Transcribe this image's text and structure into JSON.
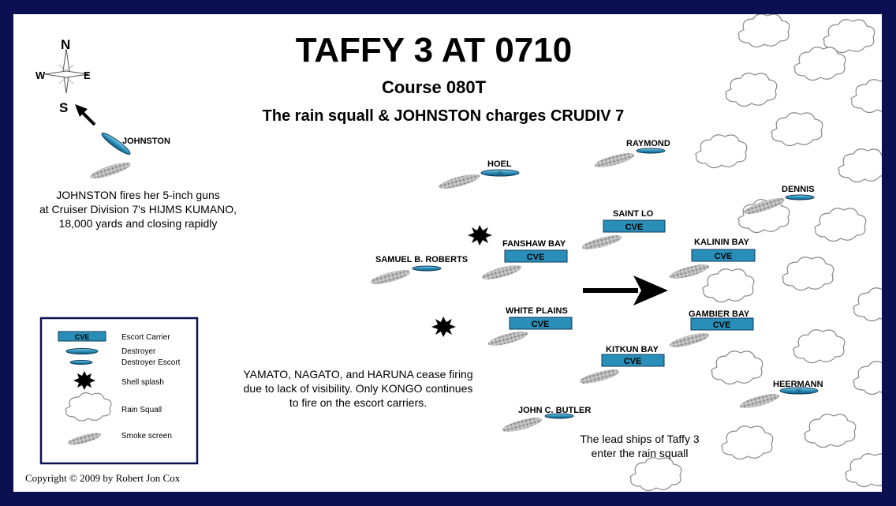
{
  "title": "TAFFY 3 AT 0710",
  "course": "Course 080T",
  "subtitle": "The rain squall & JOHNSTON charges CRUDIV 7",
  "compass": {
    "n": "N",
    "s": "S",
    "e": "E",
    "w": "W"
  },
  "ships": {
    "johnston": "JOHNSTON",
    "hoel": "HOEL",
    "raymond": "RAYMOND",
    "dennis": "DENNIS",
    "saint_lo": "SAINT LO",
    "fanshaw_bay": "FANSHAW BAY",
    "samuel_b_roberts": "SAMUEL B. ROBERTS",
    "kalinin_bay": "KALININ BAY",
    "white_plains": "WHITE PLAINS",
    "gambier_bay": "GAMBIER BAY",
    "kitkun_bay": "KITKUN BAY",
    "heermann": "HEERMANN",
    "john_c_butler": "JOHN C. BUTLER"
  },
  "cve_label": "CVE",
  "dd_label": "DD",
  "annotations": {
    "johnston_fires": [
      "JOHNSTON fires her 5-inch guns",
      "at Cruiser Division 7's HIJMS KUMANO,",
      "18,000 yards and closing rapidly"
    ],
    "cease_firing": [
      "YAMATO, NAGATO, and HARUNA cease firing",
      "due to lack of visibility.  Only KONGO continues",
      "to fire on the escort carriers."
    ],
    "lead_ships": [
      "The lead ships of Taffy 3",
      "enter the rain squall"
    ]
  },
  "legend": {
    "escort_carrier": "Escort Carrier",
    "destroyer": "Destroyer",
    "destroyer_escort": "Destroyer Escort",
    "shell_splash": "Shell splash",
    "rain_squall": "Rain Squall",
    "smoke_screen": "Smoke screen"
  },
  "copyright": "Copyright © 2009 by Robert Jon Cox",
  "colors": {
    "frame": "#0b1150",
    "ship_fill": "#2a8fb8",
    "ship_stroke": "#0d3a5a",
    "smoke": "#a4a4a4"
  }
}
